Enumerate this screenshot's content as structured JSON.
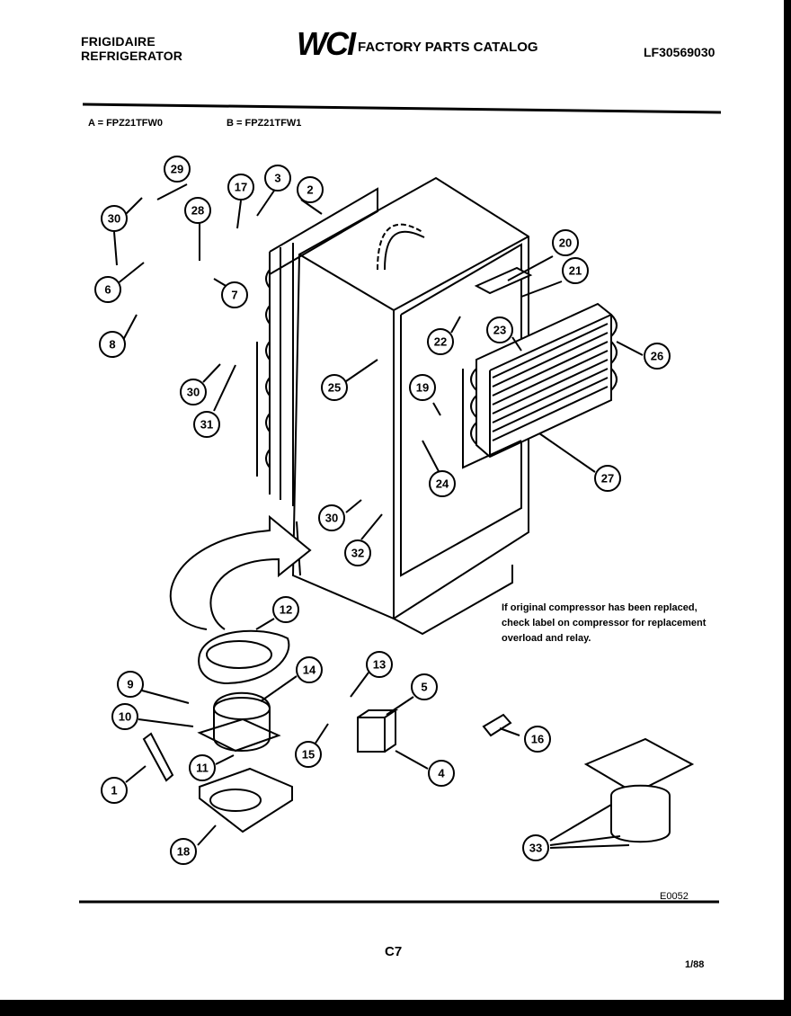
{
  "header": {
    "brand_line1": "FRIGIDAIRE",
    "brand_line2": "REFRIGERATOR",
    "logo_text": "WCI",
    "catalog_title": "FACTORY PARTS CATALOG",
    "doc_number": "LF30569030"
  },
  "models": {
    "a": "A = FPZ21TFW0",
    "b": "B = FPZ21TFW1"
  },
  "note": "If original compressor has been replaced, check label on compressor for replacement overload and relay.",
  "footer": {
    "drawing_code": "E0052",
    "page_label": "C7",
    "date": "1/88"
  },
  "callouts": [
    "29",
    "30",
    "17",
    "3",
    "2",
    "28",
    "6",
    "7",
    "8",
    "30",
    "31",
    "20",
    "21",
    "22",
    "23",
    "25",
    "26",
    "19",
    "24",
    "27",
    "30",
    "32",
    "12",
    "9",
    "14",
    "13",
    "5",
    "10",
    "15",
    "16",
    "1",
    "11",
    "4",
    "18",
    "33"
  ],
  "icons": {
    "logo": "wci-logo-icon"
  }
}
